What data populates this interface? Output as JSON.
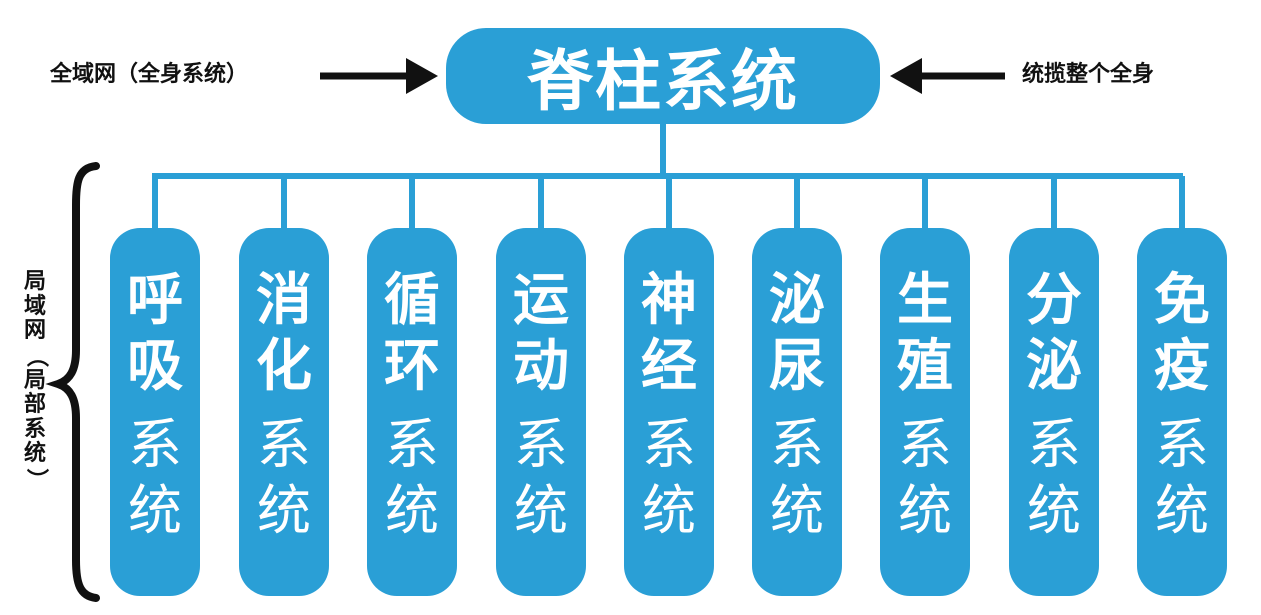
{
  "root": {
    "title": "脊柱系统",
    "left_label": "全域网（全身系统）",
    "right_label": "统揽整个全身"
  },
  "local": {
    "label_lines": [
      "局",
      "域",
      "网",
      "（",
      "局",
      "部",
      "系",
      "统",
      "）"
    ]
  },
  "systems": [
    {
      "name": "呼吸",
      "suffix": "系统"
    },
    {
      "name": "消化",
      "suffix": "系统"
    },
    {
      "name": "循环",
      "suffix": "系统"
    },
    {
      "name": "运动",
      "suffix": "系统"
    },
    {
      "name": "神经",
      "suffix": "系统"
    },
    {
      "name": "泌尿",
      "suffix": "系统"
    },
    {
      "name": "生殖",
      "suffix": "系统"
    },
    {
      "name": "分泌",
      "suffix": "系统"
    },
    {
      "name": "免疫",
      "suffix": "系统"
    }
  ],
  "colors": {
    "box": "#2a9fd6",
    "line": "#2a9fd6",
    "text_on_box": "#ffffff",
    "label": "#111111"
  }
}
